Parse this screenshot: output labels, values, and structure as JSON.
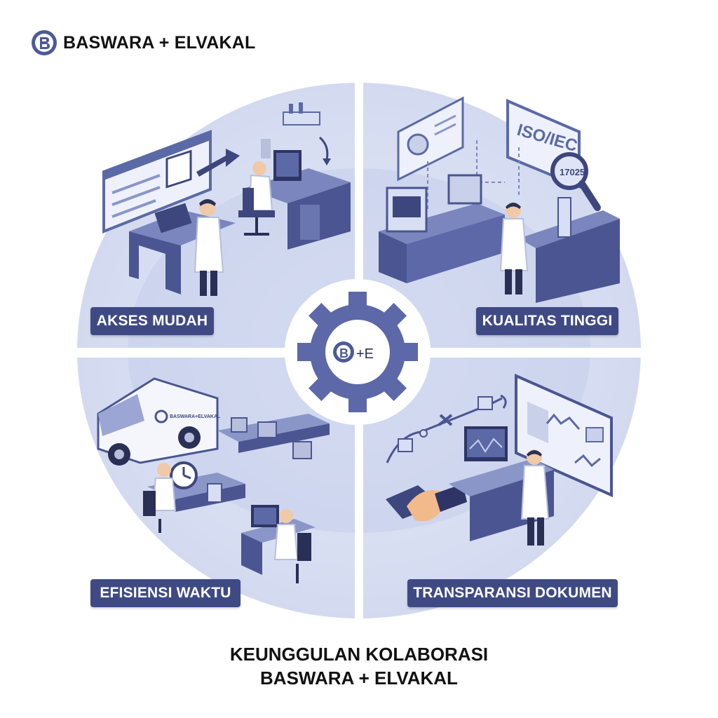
{
  "header": {
    "brand_name": "BASWARA + ELVAKAL",
    "logo_icon": "baswara-b-logo-icon"
  },
  "center_badge": {
    "mark": "B",
    "text": "+E",
    "icon": "gear-icon"
  },
  "quadrants": [
    {
      "label": "AKSES MUDAH",
      "illustration": "lab-worker-at-desk-with-schedule-board"
    },
    {
      "label": "KUALITAS TINGGI",
      "illustration": "lab-quality-iso-iec-certification"
    },
    {
      "label": "EFISIENSI WAKTU",
      "illustration": "delivery-van-and-conveyor-workers"
    },
    {
      "label": "TRANSPARANSI DOKUMEN",
      "illustration": "handshake-and-document-dashboard"
    }
  ],
  "illustration_text": {
    "iso_board": "ISO/IEC",
    "iso_number": "17025",
    "van_brand": "BASWARA+ELVAKAL"
  },
  "colors": {
    "circle_fill": "#dde3f5",
    "circle_inner": "#c9d2ee",
    "label_bg": "#3f4a85",
    "accent": "#5b6aa6",
    "dark": "#3d467d",
    "gear": "#5c68a8"
  },
  "footer": {
    "caption_line1": "KEUNGGULAN KOLABORASI",
    "caption_line2": "BASWARA + ELVAKAL"
  }
}
